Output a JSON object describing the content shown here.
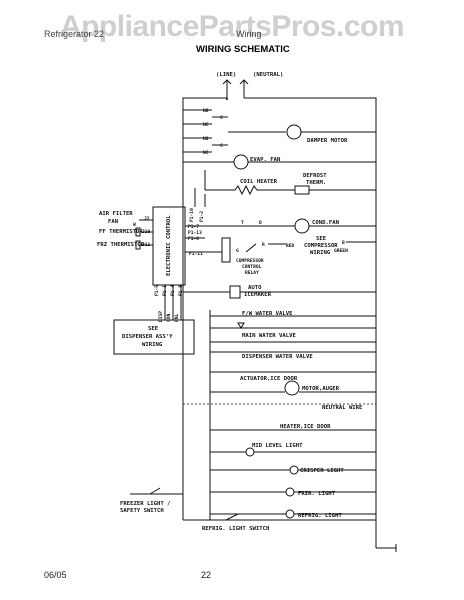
{
  "watermark": "AppliancePartsPros.com",
  "header_left": "Refrigerator 22",
  "header_right": "Wiring",
  "title": "WIRING SCHEMATIC",
  "footer": {
    "date": "06/05",
    "page": "22"
  },
  "diagram": {
    "power": {
      "line": "(LINE)",
      "neutral": "(NEUTRAL)"
    },
    "switches": {
      "no": "NO",
      "nc": "NC",
      "c": "C"
    },
    "components": {
      "damper_motor": "DAMPER MOTOR",
      "evap_fan": "EVAP. FAN",
      "coil_heater": "COIL HEATER",
      "defrost_therm_1": "DEFROST",
      "defrost_therm_2": "THERM.",
      "cond_fan": "COND.FAN",
      "compressor_wiring_1": "SEE",
      "compressor_wiring_2": "COMPRESSOR",
      "compressor_wiring_3": "WIRING",
      "red": "RED",
      "green": "GREEN",
      "relay_1": "COMPRESSOR",
      "relay_2": "CONTROL",
      "relay_3": "RELAY",
      "relay_t": "T",
      "relay_d": "D",
      "relay_g": "G",
      "relay_r": "R",
      "b": "B",
      "auto_icemaker_1": "AUTO",
      "auto_icemaker_2": "ICEMAKER",
      "fw_water_valve": "F/W WATER VALVE",
      "main_water_valve": "MAIN WATER VALVE",
      "dispenser_water_valve": "DISPENSER WATER VALVE",
      "actuator_ice_door": "ACTUATOR,ICE DOOR",
      "motor_auger": "MOTOR,AUGER",
      "neutral_wire": "NEUTRAL WIRE",
      "heater_ice_door": "HEATER,ICE DOOR",
      "mid_level_light": "MID LEVEL LIGHT",
      "crisper_light": "CRISPER LIGHT",
      "frzr_light": "FRZR. LIGHT",
      "refrig_light": "REFRIG. LIGHT",
      "refrig_light_switch": "REFRIG. LIGHT SWITCH",
      "freezer_light_switch_1": "FREEZER LIGHT /",
      "freezer_light_switch_2": "SAFETY SWITCH",
      "dispenser_wiring_1": "SEE",
      "dispenser_wiring_2": "DISPENSER ASS'Y",
      "dispenser_wiring_3": "WIRING",
      "air_filter_fan_1": "AIR FILTER",
      "air_filter_fan_2": "FAN",
      "ff_thermistor": "FF THERMISTOR",
      "frz_thermistor": "FRZ THERMISTOR",
      "electronic_control": "ELECTRONIC CONTROL",
      "pin_j2": "J2",
      "pin_j10": "J10",
      "pin_j11": "J11",
      "w": "W",
      "pins_right": [
        "P1-10",
        "P1-2",
        "P1-7",
        "P1-13",
        "P1-8",
        "P1-11"
      ],
      "pins_bottom": [
        "P1-5",
        "P1-1",
        "P1-4",
        "P1-6"
      ],
      "dispenser_conn": [
        "DISP",
        "CON",
        "PNL"
      ]
    }
  }
}
